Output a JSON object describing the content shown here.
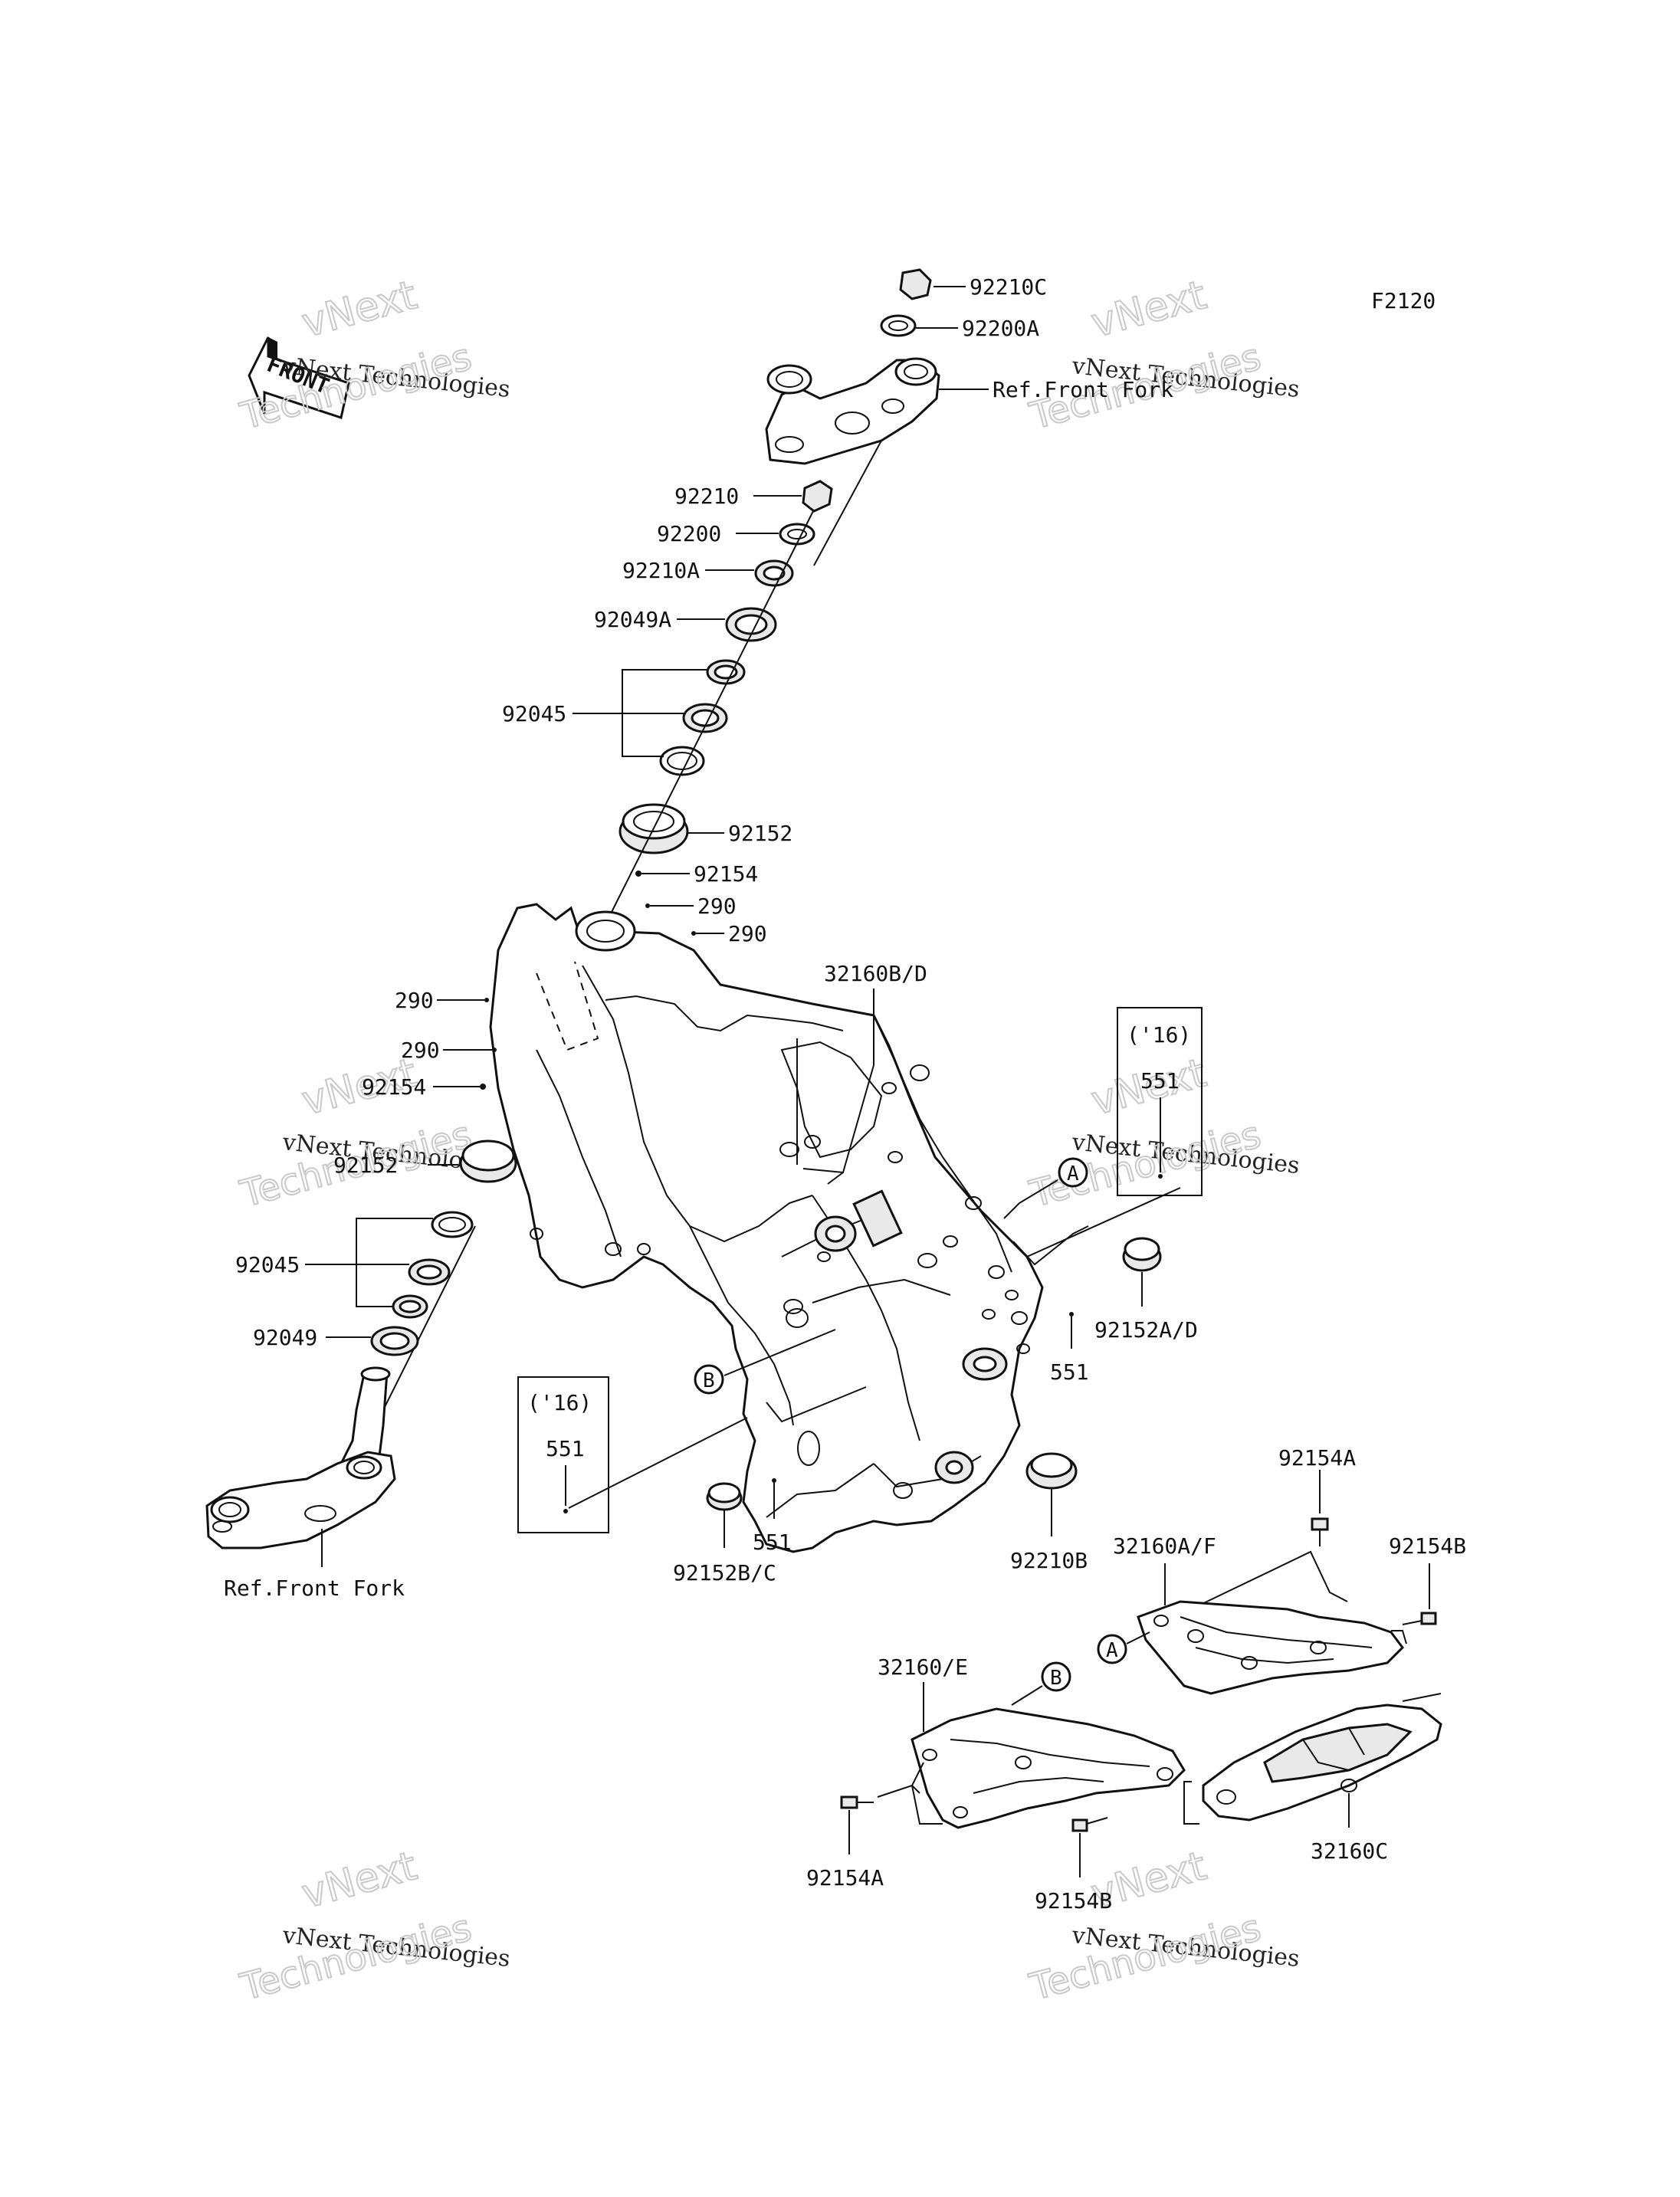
{
  "diagram_code": "F2120",
  "front_label": "FRONT",
  "watermark": {
    "line1": "vNext Technologies",
    "line2": "vNext",
    "line3": "Technologies"
  },
  "labels": {
    "p92210C": "92210C",
    "p92200A": "92200A",
    "ref_front_fork_top": "Ref.Front Fork",
    "p92210": "92210",
    "p92200": "92200",
    "p92210A": "92210A",
    "p92049A": "92049A",
    "p92045_top": "92045",
    "p92152": "92152",
    "p92154_top": "92154",
    "p290_a": "290",
    "p290_b": "290",
    "p290_c": "290",
    "p290_d": "290",
    "p92154_left": "92154",
    "p32160BD": "32160B/D",
    "p92152_left": "92152",
    "p92045_low": "92045",
    "p92049": "92049",
    "ref_front_fork_bottom": "Ref.Front Fork",
    "yr16_right": "('16)",
    "p551_right_box": "551",
    "p92152AD": "92152A/D",
    "p551_right": "551",
    "yr16_left": "('16)",
    "p551_left_box": "551",
    "p92152BC": "92152B/C",
    "p551_mid": "551",
    "p92210B": "92210B",
    "p92154A_top": "92154A",
    "p32160AF": "32160A/F",
    "p92154B_top": "92154B",
    "p32160E": "32160/E",
    "p92154A_bottom": "92154A",
    "p92154B_bottom": "92154B",
    "p32160C": "32160C",
    "callout_A1": "A",
    "callout_B1": "B",
    "callout_A2": "A",
    "callout_B2": "B"
  }
}
